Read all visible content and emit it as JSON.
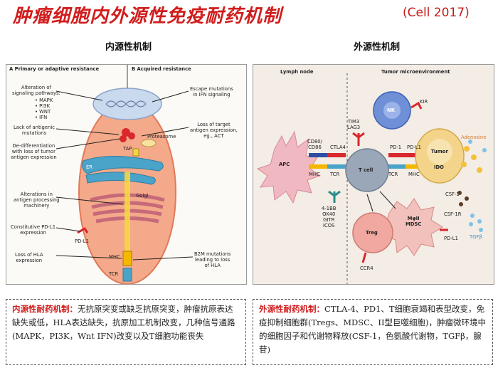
{
  "title": {
    "main": "肿瘤细胞内外源性免疫耐药机制",
    "citation": "(Cell 2017)",
    "corner_fragment": "..."
  },
  "left": {
    "heading": "内源性机制",
    "panel_a_label": "A  Primary or adaptive resistance",
    "panel_b_label": "B   Acquired resistance",
    "labels": {
      "alteration": "Alteration of\nsignaling pathways:",
      "pathways": "• MAPK\n• PI3K\n• WNT\n• IFN",
      "lack_antigenic": "Lack of antigenic\nmutations",
      "dedifferentiation": "De-differentiation\nwith loss of tumor\nantigen expression",
      "alterations_apm": "Alterations in\nantigen processing\nmachinery",
      "pdl1_const": "Constitutive PD-L1\nexpression",
      "loss_hla": "Loss of HLA\nexpression",
      "escape_ifn": "Escape mutations\nin IFN signaling",
      "loss_target": "Loss of target\nantigen expression,\neg., ACT",
      "b2m": "B2M mutations\nleading to loss\nof HLA",
      "proteasome": "Proteasome",
      "tap": "TAP",
      "er": "ER",
      "golgi": "Golgi",
      "pdl1": "PD-L1",
      "mhc": "MHC",
      "tcr": "TCR"
    },
    "summary_label": "内源性耐药机制：",
    "summary_text": "无抗原突变或缺乏抗原突变，肿瘤抗原表达缺失或低，HLA表达缺失，抗原加工机制改变，几种信号通路(MAPK，PI3K，Wnt IFN)改变以及T细胞功能丧失"
  },
  "right": {
    "heading": "外源性机制",
    "lymph_node": "Lymph node",
    "tumor_microenv": "Tumor microenvironment",
    "labels": {
      "apc": "APC",
      "cd80": "CD80/\nCD86",
      "ctla4": "CTLA4",
      "tim3": "TIM3\nLAG3",
      "mhc_left": "MHC",
      "tcr_left": "TCR",
      "tcell": "T cell",
      "pd1": "PD-1",
      "pdl1": "PD-L1",
      "tcr_right": "TCR",
      "mhc_right": "MHC",
      "tumor": "Tumor",
      "ido": "IDO",
      "nk": "NK",
      "kir": "KIR",
      "adenosine": "Adenosine",
      "costim": "4-1BB\nOX40\nGITR\nICOS",
      "treg": "Treg",
      "ccr4": "CCR4",
      "mdsc": "MφII\nMDSC",
      "csf1": "CSF-1",
      "csf1r": "CSF-1R",
      "tgfb": "TGFβ",
      "pdl1_low": "PD-L1"
    },
    "summary_label": "外源性耐药机制：",
    "summary_text": "CTLA-4、PD1、T细胞衰竭和表型改变，免疫抑制细胞群(Tregs、MDSC、II型巨噬细胞)，肿瘤微环境中的细胞因子和代谢物释放(CSF-1，色氨酸代谢物，TGFβ，腺苷)"
  },
  "colors": {
    "title_red": "#d11d1d",
    "cell_fill": "#f4a98a",
    "cell_border": "#e07a5a",
    "nucleus": "#c9d9ee",
    "er": "#4aa3c9",
    "golgi": "#c66a7a",
    "tcell": "#9aa7b8",
    "nk": "#6f8fd6",
    "tumor": "#f3d48a",
    "treg": "#f0a8a0",
    "mdsc": "#f2c1bc",
    "apc": "#f0b8c0",
    "panel_bg_right": "#f3ede6"
  }
}
